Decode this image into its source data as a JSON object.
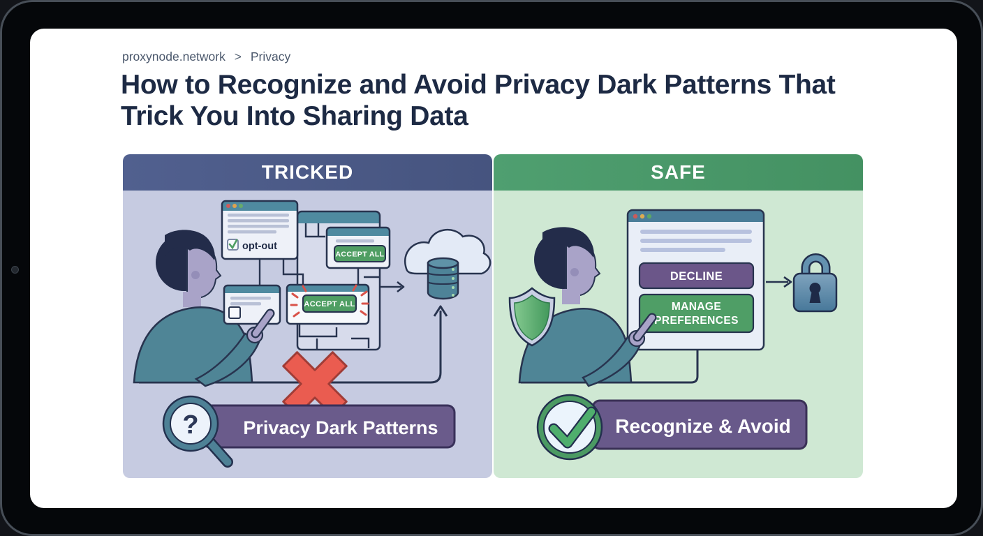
{
  "breadcrumb": {
    "site": "proxynode.network",
    "separator": ">",
    "section": "Privacy"
  },
  "title_lines": [
    "How to Recognize and Avoid Privacy Dark Patterns That",
    "Trick You Into Sharing Data"
  ],
  "tricked_panel": {
    "header": "TRICKED",
    "optout_checkbox_label": "opt-out",
    "accept_all_button_top": "ACCEPT ALL",
    "accept_all_button_highlighted": "ACCEPT ALL",
    "banner_label": "Privacy Dark Patterns",
    "magnifier_glyph": "?"
  },
  "safe_panel": {
    "header": "SAFE",
    "decline_button": "DECLINE",
    "manage_button_line1": "MANAGE",
    "manage_button_line2": "PREFERENCES",
    "banner_label": "Recognize & Avoid"
  },
  "colors": {
    "tricked_header": "#4c5a8a",
    "tricked_background": "#c6cbe1",
    "safe_header": "#4a9a6b",
    "safe_background": "#cfe8d3",
    "banner_purple": "#6a5b8b",
    "accept_green": "#4f9e63",
    "decline_purple": "#6b5689",
    "alert_red": "#ea5c50",
    "window_teal": "#4f8aa0",
    "dialog_header_blue": "#4a7d99",
    "ink_navy": "#28344f"
  }
}
